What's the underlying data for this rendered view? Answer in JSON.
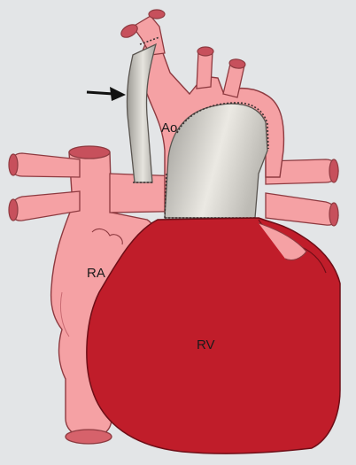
{
  "labels": {
    "aorta": "Ao",
    "right_atrium": "RA",
    "right_ventricle": "RV"
  },
  "colors": {
    "background": "#e3e5e7",
    "vessel_fill": "#f5a1a4",
    "vessel_outline": "#8e3a40",
    "ventricle_fill": "#c01d2a",
    "graft_fill": "#a9a7a2",
    "graft_highlight": "#e4e2dc",
    "suture": "#3a3030",
    "arrow": "#111111"
  },
  "icons": {
    "pointer": "arrow-right-icon"
  }
}
